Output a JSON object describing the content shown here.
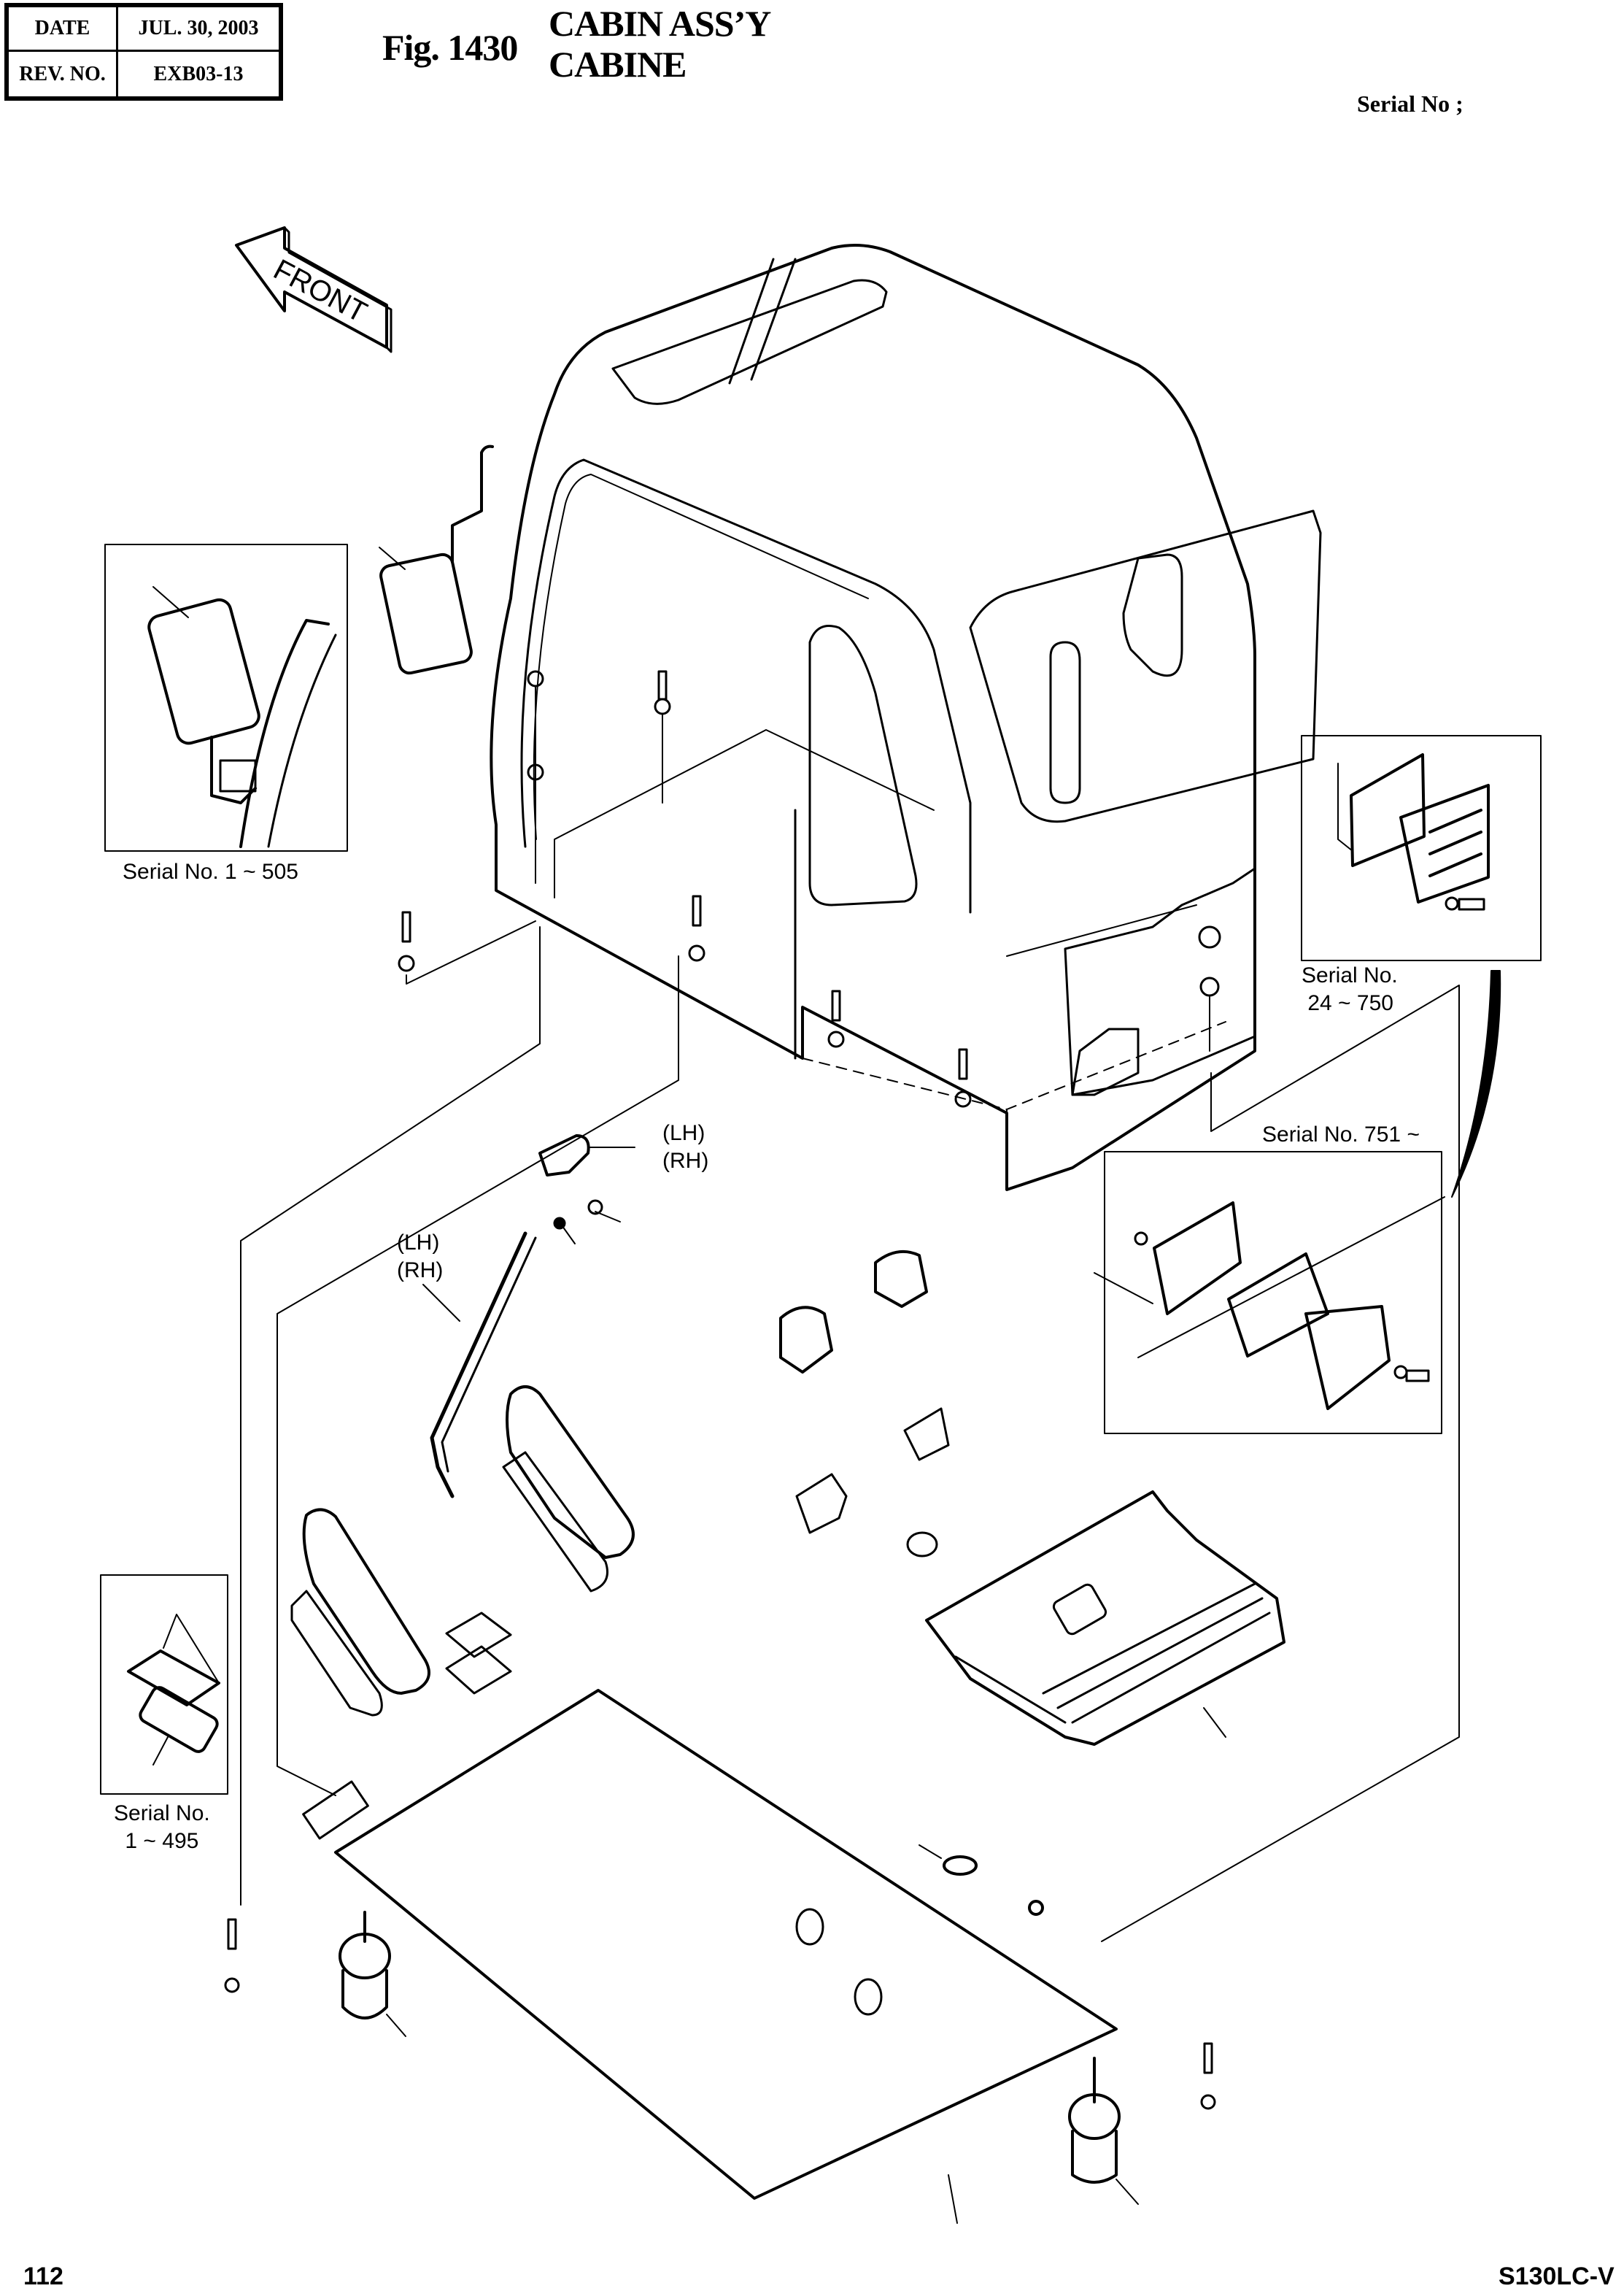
{
  "header": {
    "revision_table": {
      "date_label": "DATE",
      "date_value": "JUL.  30, 2003",
      "rev_label": "REV. NO.",
      "rev_value": "EXB03-13"
    },
    "figure_number": "Fig. 1430",
    "title_en": "CABIN ASS’Y",
    "title_fr": "CABINE",
    "serial_label": "Serial No ;"
  },
  "diagram": {
    "front_arrow_label": "FRONT",
    "insets": [
      {
        "id": "mirror-inset",
        "caption": "Serial No. 1 ~ 505"
      },
      {
        "id": "vent-inset-early",
        "caption": "Serial No.\n 24 ~ 750"
      },
      {
        "id": "vent-inset-late",
        "caption": "Serial No. 751 ~"
      },
      {
        "id": "cover-inset",
        "caption": "Serial No.\n1 ~ 495"
      }
    ],
    "callouts": {
      "lever_knob": "(LH)\n(RH)",
      "lever_rod": "(LH)\n(RH)"
    }
  },
  "footer": {
    "page_number": "112",
    "model": "S130LC-V"
  }
}
